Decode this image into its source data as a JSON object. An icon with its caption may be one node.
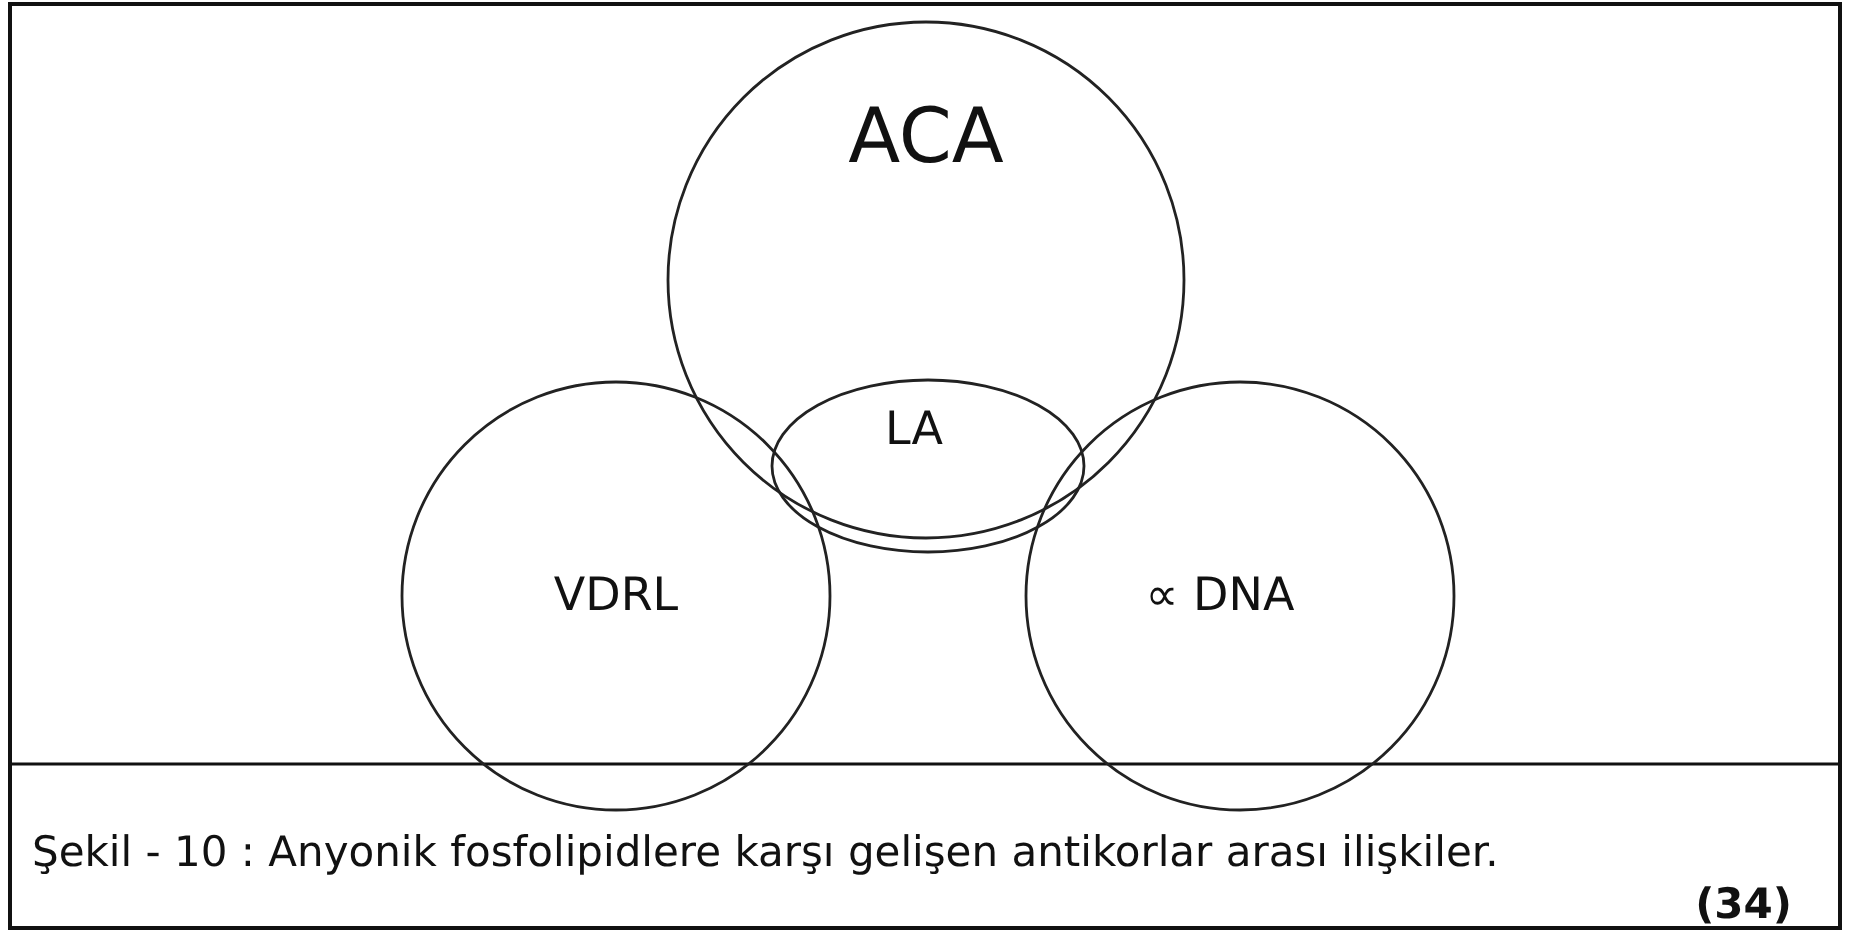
{
  "diagram": {
    "caption": "Şekil - 10 : Anyonik fosfolipidlere karşı gelişen antikorlar arası ilişkiler.",
    "nodes": [
      {
        "text": [
          "ACA"
        ]
      },
      {
        "text": [
          "VDRL"
        ]
      },
      {
        "text": [
          "LA"
        ]
      },
      {
        "text": [
          "∝ DNA"
        ]
      }
    ],
    "edges": [],
    "labels": [
      "(34)"
    ]
  }
}
